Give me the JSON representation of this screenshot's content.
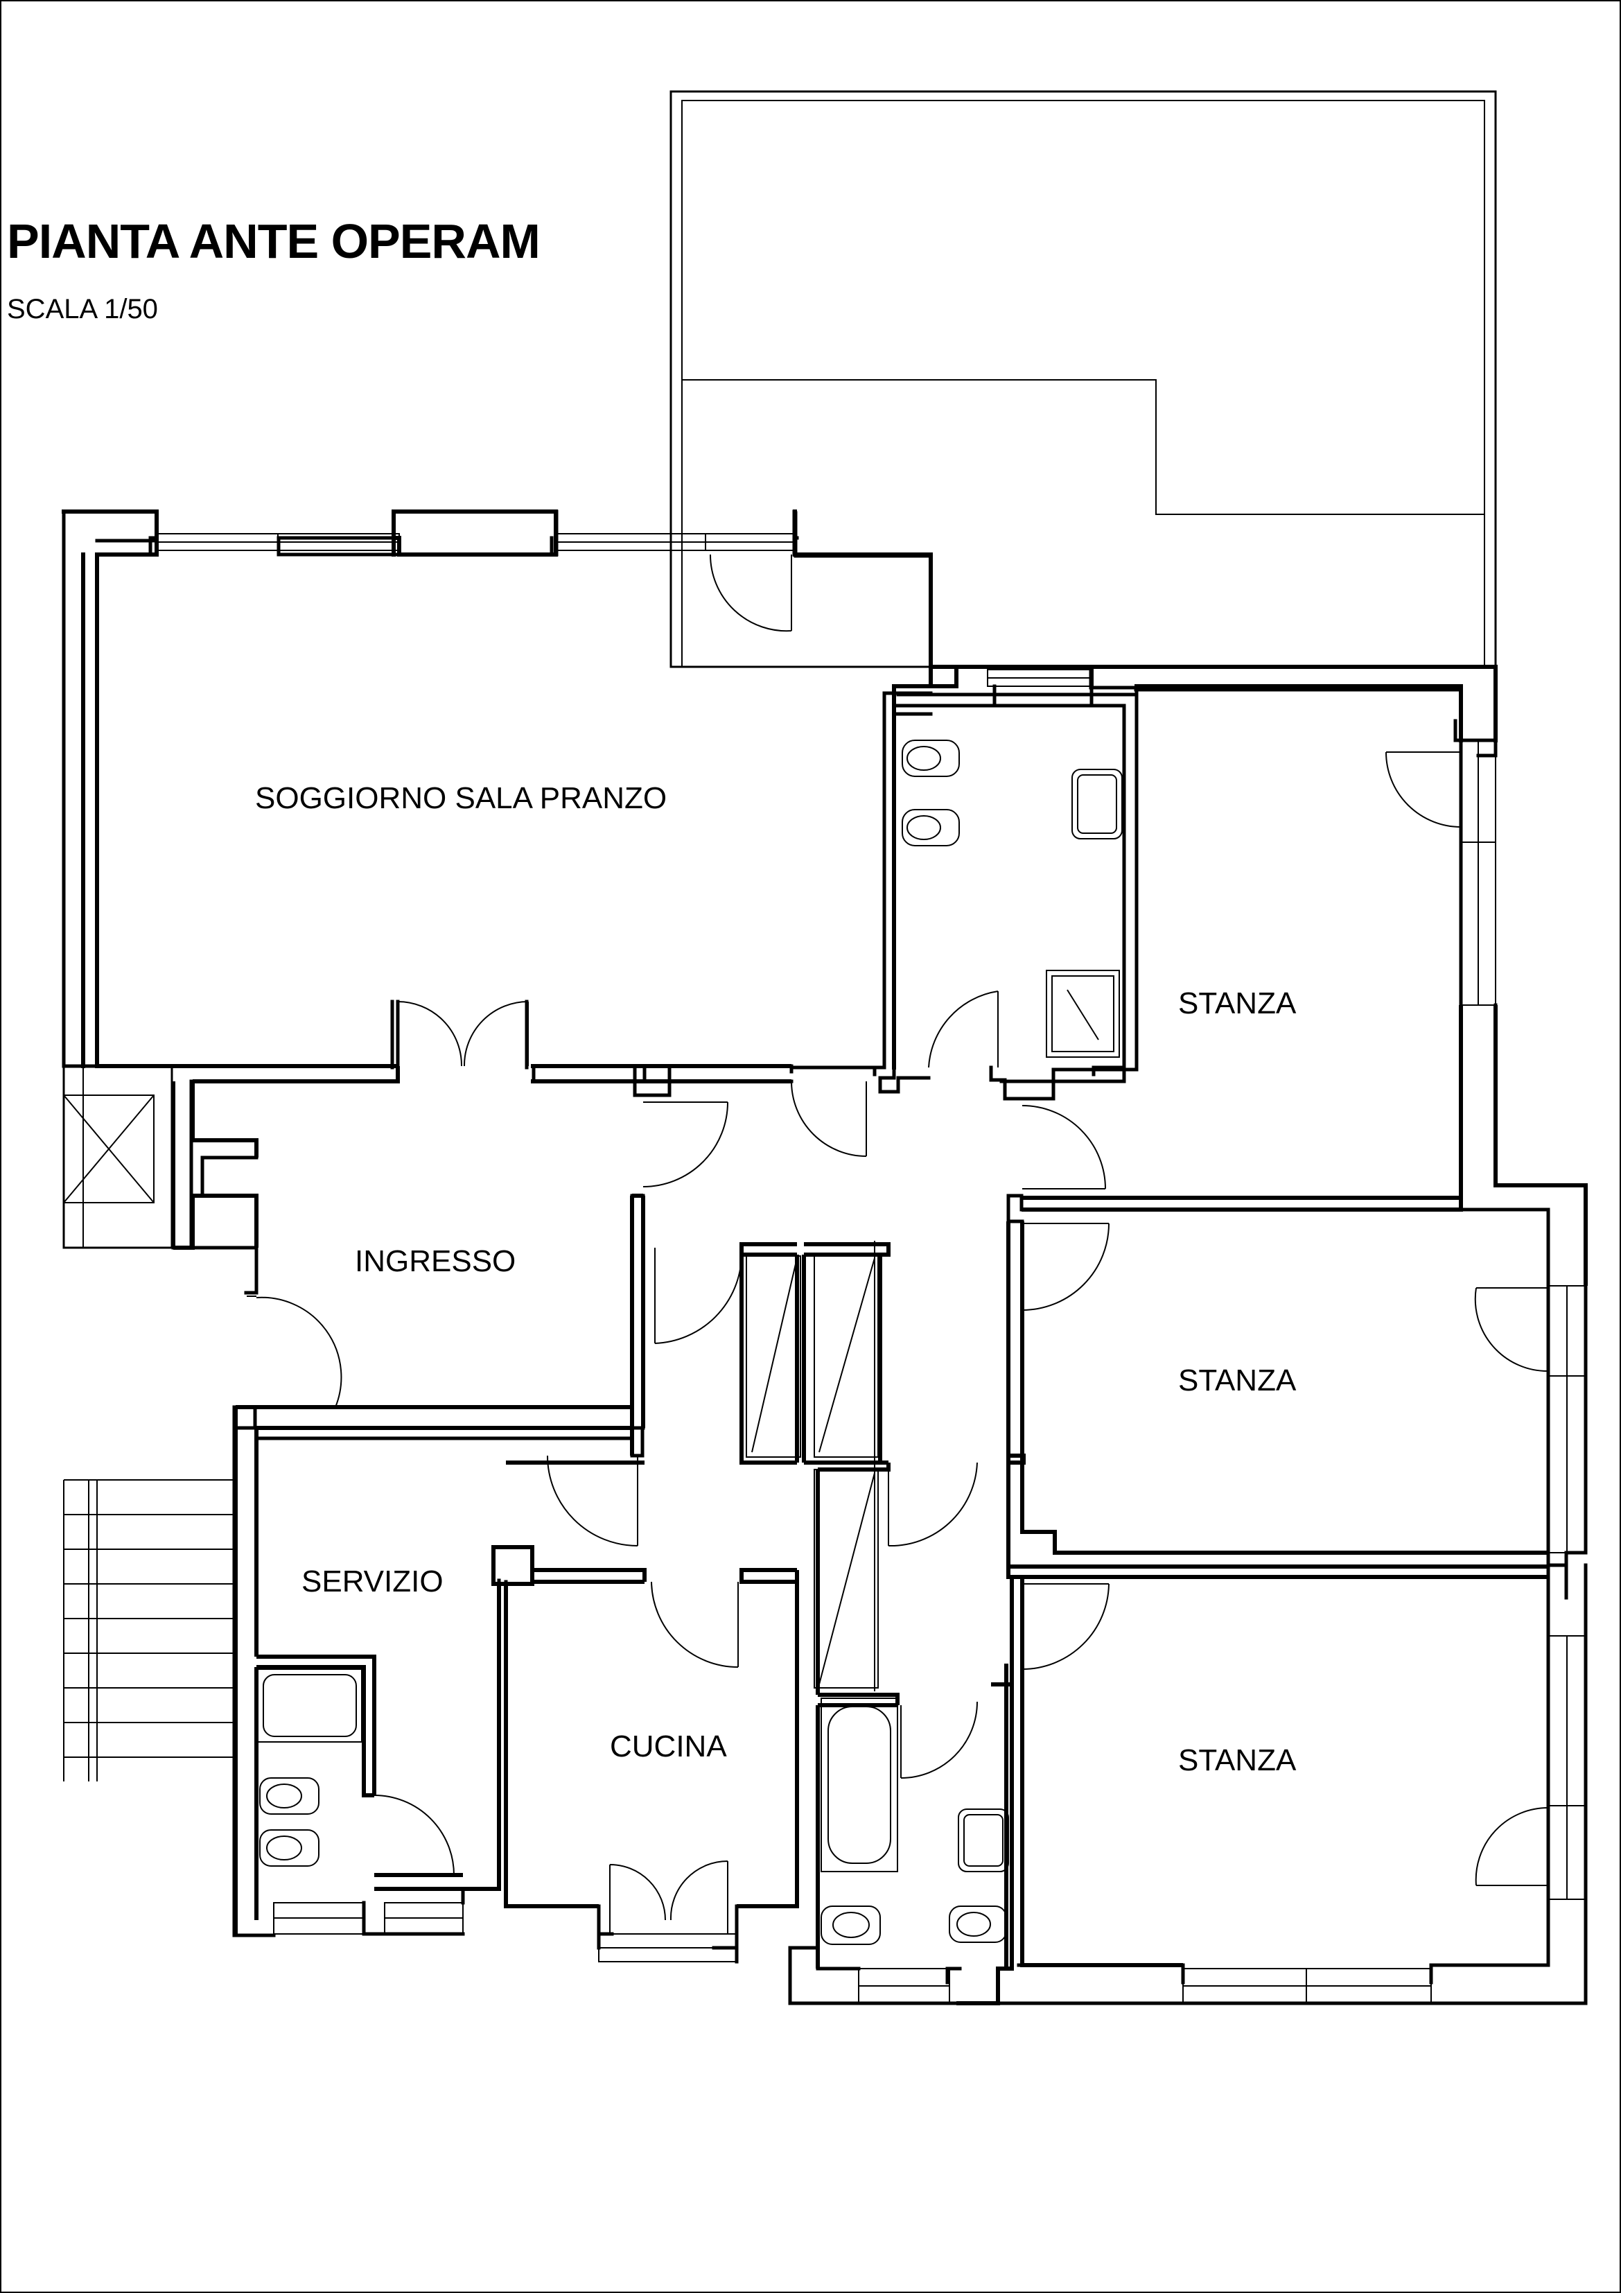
{
  "drawing": {
    "title": "PIANTA ANTE OPERAM",
    "scale": "SCALA  1/50"
  },
  "rooms": {
    "living": "SOGGIORNO SALA PRANZO",
    "entrance": "INGRESSO",
    "service": "SERVIZIO",
    "kitchen": "CUCINA",
    "bedroom_1": "STANZA",
    "bedroom_2": "STANZA",
    "bedroom_3": "STANZA"
  },
  "colors": {
    "line": "#000000",
    "background": "#ffffff"
  }
}
